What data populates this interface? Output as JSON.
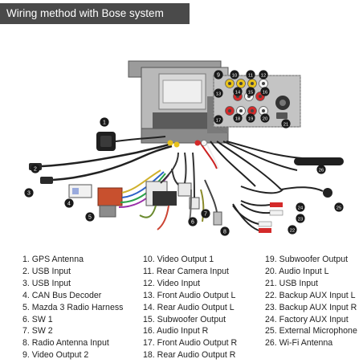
{
  "title": "Wiring method with Bose system",
  "callouts": [
    "1",
    "2",
    "3",
    "4",
    "5",
    "6",
    "7",
    "8",
    "9",
    "10",
    "11",
    "12",
    "13",
    "14",
    "15",
    "16",
    "17",
    "18",
    "19",
    "20",
    "21",
    "22",
    "23",
    "24",
    "25",
    "26"
  ],
  "legend": {
    "col1": [
      "1. GPS Antenna",
      "2. USB Input",
      "3. USB Input",
      "4. CAN Bus Decoder",
      "5. Mazda 3 Radio Harness",
      "6. SW 1",
      "7. SW 2",
      "8. Radio Antenna Input",
      "9. Video Output 2"
    ],
    "col2": [
      "10. Video Output 1",
      "11. Rear Camera Input",
      "12. Video Input",
      "13. Front Audio Output L",
      "14. Rear Audio Output L",
      "15. Subwoofer Output",
      "16. Audio Input R",
      "17. Front Audio Output R",
      "18. Rear Audio Output R"
    ],
    "col3": [
      "19. Subwoofer Output",
      "20. Audio Input L",
      "21. USB Input",
      "22. Backup AUX Input L",
      "23. Backup AUX Input R",
      "24. Factory AUX Input",
      "25. External Microphone",
      "26. Wi-Fi Antenna"
    ]
  },
  "colors": {
    "title_bg": "#4a4a4a",
    "callout_bg": "#1a1a1a",
    "rca_red": "#d42a2a",
    "rca_white": "#f2f2f2",
    "rca_yellow": "#e8c21a",
    "harness_red": "#c8502e",
    "harness_gray": "#8c8c8c"
  }
}
